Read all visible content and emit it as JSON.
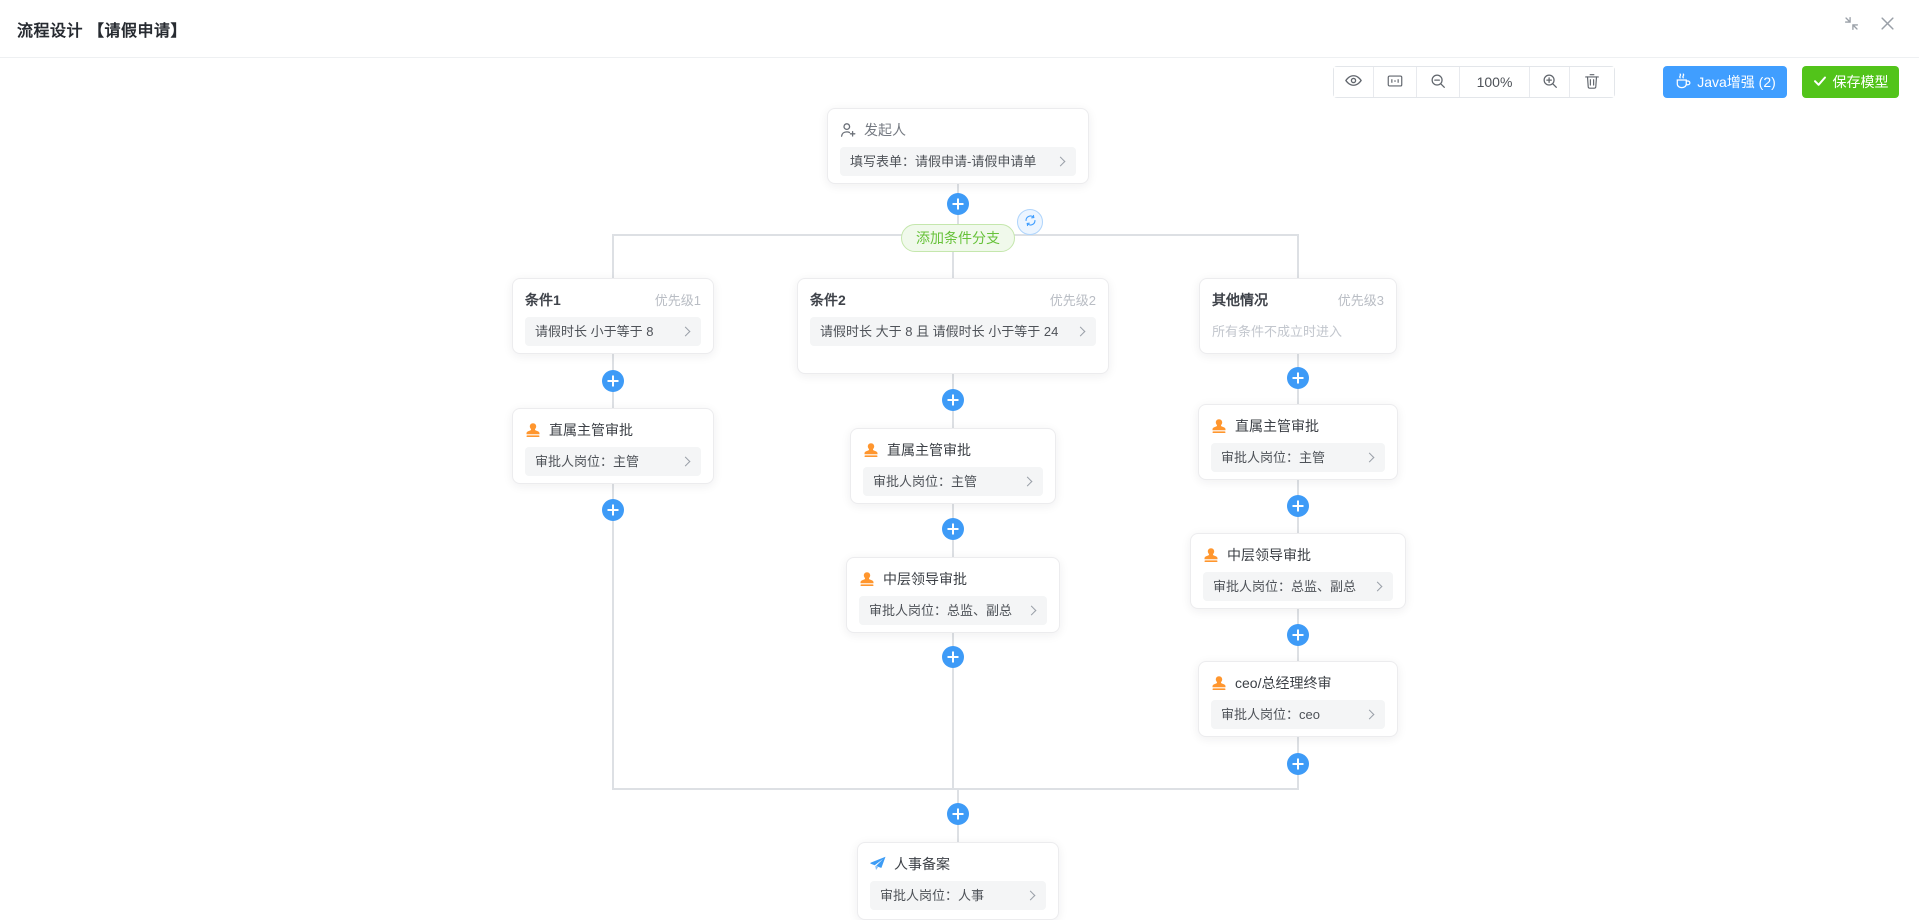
{
  "window": {
    "title": "流程设计 【请假申请】"
  },
  "toolbar": {
    "zoom_level": "100%",
    "java_enhance_label": "Java增强 (2)",
    "save_model_label": "保存模型"
  },
  "flow": {
    "add_branch_label": "添加条件分支",
    "nodes": {
      "initiator": {
        "title": "发起人",
        "content": "填写表单：请假申请-请假申请单"
      },
      "condition1": {
        "title": "条件1",
        "priority": "优先级1",
        "content": "请假时长 小于等于 8"
      },
      "condition2": {
        "title": "条件2",
        "priority": "优先级2",
        "content": "请假时长 大于 8 且 请假时长 小于等于 24"
      },
      "condition_else": {
        "title": "其他情况",
        "priority": "优先级3",
        "content": "所有条件不成立时进入"
      },
      "branch1_approval1": {
        "title": "直属主管审批",
        "content": "审批人岗位：主管"
      },
      "branch2_approval1": {
        "title": "直属主管审批",
        "content": "审批人岗位：主管"
      },
      "branch2_approval2": {
        "title": "中层领导审批",
        "content": "审批人岗位：总监、副总"
      },
      "branch3_approval1": {
        "title": "直属主管审批",
        "content": "审批人岗位：主管"
      },
      "branch3_approval2": {
        "title": "中层领导审批",
        "content": "审批人岗位：总监、副总"
      },
      "branch3_approval3": {
        "title": "ceo/总经理终审",
        "content": "审批人岗位：ceo"
      },
      "hr_record": {
        "title": "人事备案",
        "content": "审批人岗位：人事"
      }
    }
  },
  "icons": {
    "plus-icon": "blue circle with white cross",
    "user-add-icon": "person outline with plus",
    "stamp-icon": "orange approval stamp",
    "send-icon": "blue paper plane",
    "chevron-right-icon": "›",
    "eye-icon": "preview eye",
    "fit-view-icon": "1:1 framed box",
    "zoom-out-icon": "magnifier minus",
    "zoom-in-icon": "magnifier plus",
    "trash-icon": "trash can",
    "java-icon": "coffee cup with steam",
    "check-icon": "✓",
    "refresh-icon": "circular arrows",
    "compress-icon": "arrows pointing inward",
    "close-icon": "×"
  },
  "colors": {
    "accent_blue": "#409eff",
    "success_green": "#52c41a",
    "branch_pill_green": "#67c23a",
    "approval_icon_orange": "#ff962e",
    "connector_gray": "#dde0e4"
  }
}
